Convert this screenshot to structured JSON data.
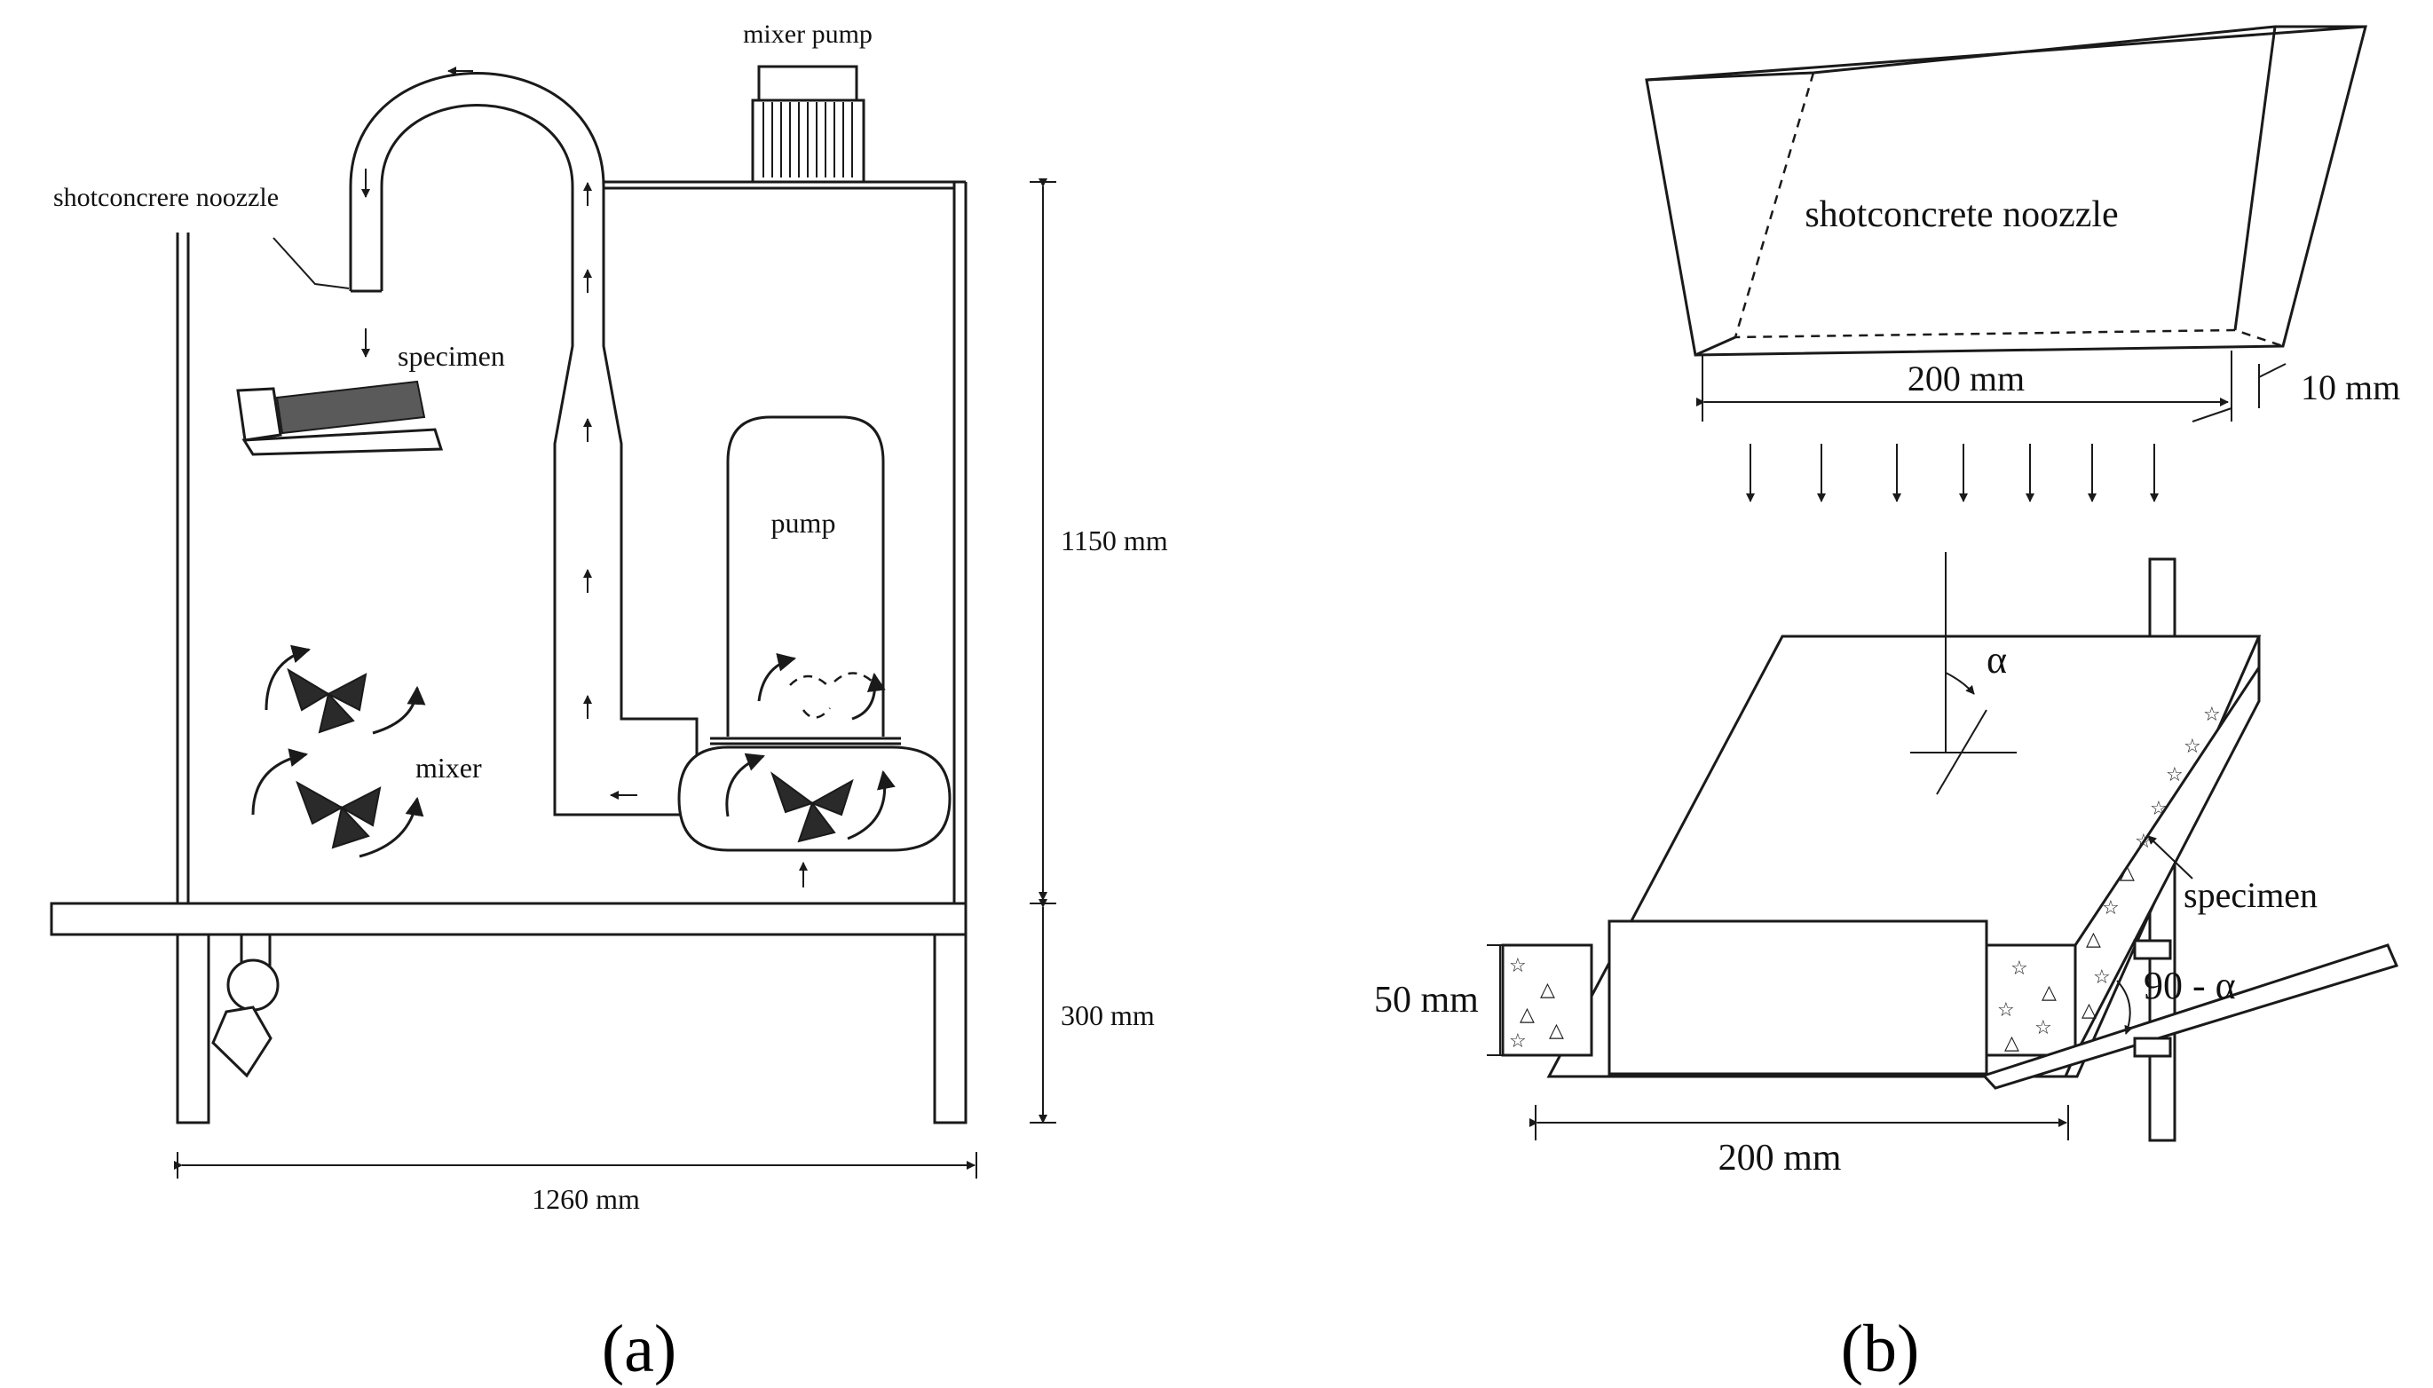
{
  "panel_a": {
    "caption": "(a)",
    "labels": {
      "mixer_pump": "mixer pump",
      "nozzle": "shotconcrere noozzle",
      "specimen": "specimen",
      "pump": "pump",
      "mixer": "mixer"
    },
    "dimensions": {
      "height_upper": "1150 mm",
      "height_lower": "300 mm",
      "width": "1260 mm"
    }
  },
  "panel_b": {
    "caption": "(b)",
    "labels": {
      "nozzle": "shotconcrete noozzle",
      "specimen": "specimen",
      "alpha": "α",
      "angle": "90 - α"
    },
    "dimensions": {
      "nozzle_width": "200 mm",
      "nozzle_gap": "10 mm",
      "specimen_height": "50 mm",
      "specimen_width": "200 mm"
    }
  }
}
